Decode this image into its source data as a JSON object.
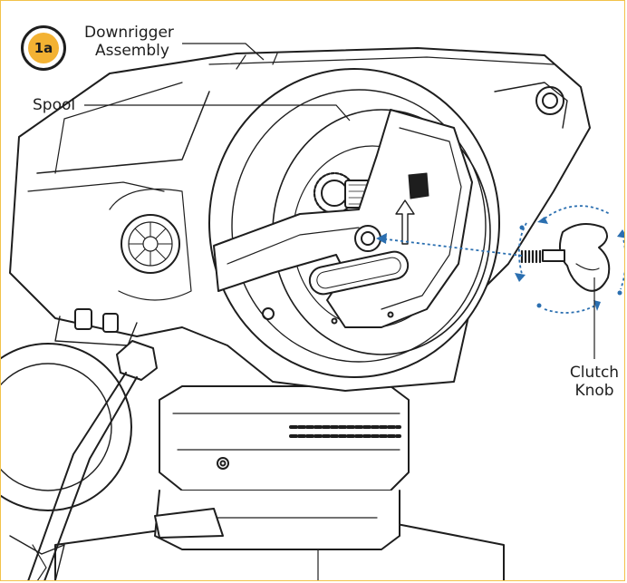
{
  "step_badge": "1a",
  "labels": {
    "assembly_line1": "Downrigger",
    "assembly_line2": "Assembly",
    "spool": "Spool",
    "clutch_line1": "Clutch",
    "clutch_line2": "Knob"
  },
  "colors": {
    "frame_border": "#f2c24a",
    "badge_fill": "#f3b233",
    "line_art": "#1e1e1e",
    "arrow_blue": "#2b6fb0"
  }
}
